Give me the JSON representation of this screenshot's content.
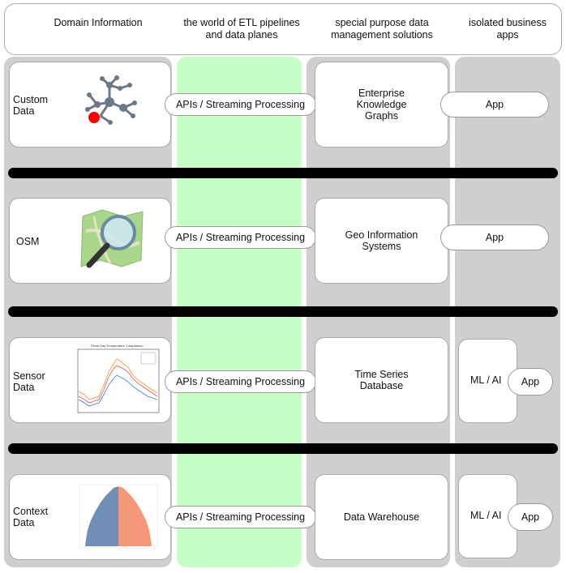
{
  "header": {
    "col1": "Domain Information",
    "col2": "the world of ETL pipelines and data planes",
    "col3": "special purpose data management solutions",
    "col4": "isolated business apps"
  },
  "rows": [
    {
      "source": "Custom Data",
      "pipeline": "APIs / Streaming Processing",
      "solution": "Enterprise Knowledge Graphs",
      "app": "App",
      "icon": "knowledge-graph-icon"
    },
    {
      "source": "OSM",
      "pipeline": "APIs / Streaming Processing",
      "solution": "Geo Information Systems",
      "app": "App",
      "icon": "map-magnifier-icon"
    },
    {
      "source": "Sensor Data",
      "pipeline": "APIs / Streaming Processing",
      "solution": "Time Series Database",
      "ml": "ML / AI",
      "app": "App",
      "icon": "line-chart-thumbnail"
    },
    {
      "source": "Context Data",
      "pipeline": "APIs / Streaming Processing",
      "solution": "Data Warehouse",
      "ml": "ML / AI",
      "app": "App",
      "icon": "population-pyramid-thumbnail"
    }
  ],
  "thumb_chart": {
    "title": "Three-Day Temperature Comparison"
  },
  "colors": {
    "gray_column": "#cfcfcf",
    "green_column": "#c6ffc6",
    "node": "#6a7888",
    "highlight_node": "#ff0000"
  }
}
